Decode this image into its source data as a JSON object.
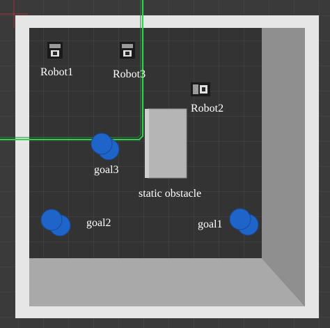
{
  "scene": {
    "background_color": "#3a3a3a",
    "grid_color": "#4a4a4a",
    "wall_color": "#e6e6e6",
    "floor_color": "#333333",
    "wall_shading_color": "#a9a9a9",
    "path_color": "#2fd24a",
    "goal_color": "#1f64c9"
  },
  "robots": [
    {
      "label": "Robot1",
      "icon": "robot-icon"
    },
    {
      "label": "Robot3",
      "icon": "robot-icon"
    },
    {
      "label": "Robot2",
      "icon": "robot-icon"
    }
  ],
  "goals": [
    {
      "label": "goal3",
      "icon": "goal-marker-icon"
    },
    {
      "label": "goal2",
      "icon": "goal-marker-icon"
    },
    {
      "label": "goal1",
      "icon": "goal-marker-icon"
    }
  ],
  "obstacle": {
    "label": "static obstacle"
  }
}
